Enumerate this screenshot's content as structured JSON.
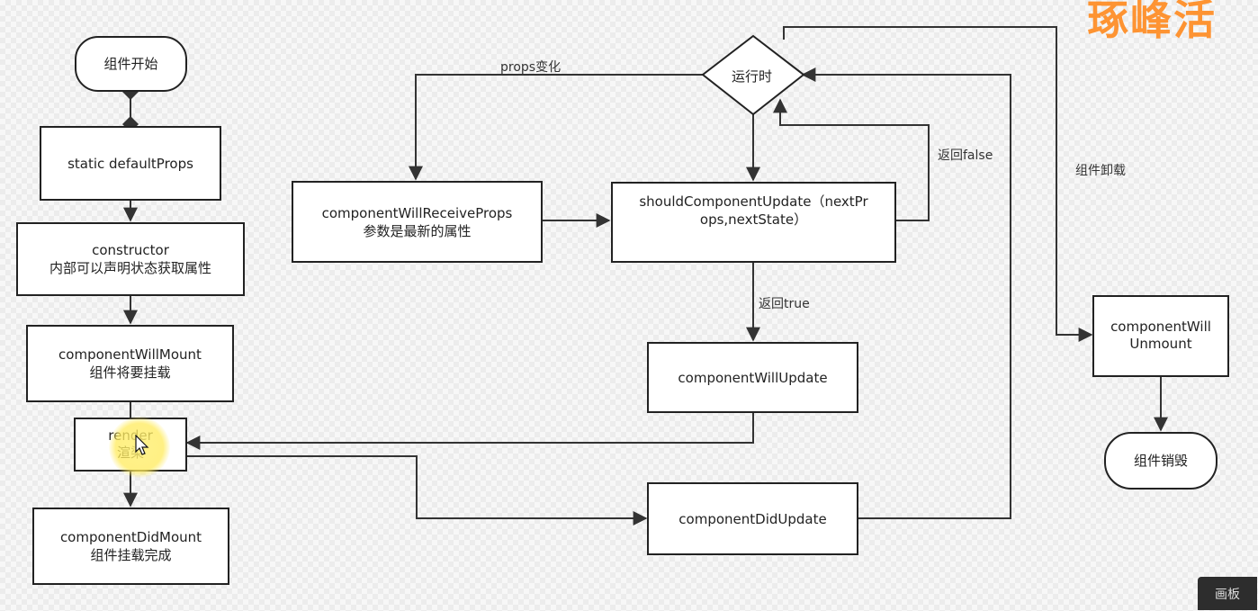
{
  "watermark": "琢峰活",
  "nodes": {
    "start": "组件开始",
    "default_props": "static defaultProps",
    "constructor": [
      "constructor",
      "内部可以声明状态获取属性"
    ],
    "will_mount": [
      "componentWillMount",
      "组件将要挂载"
    ],
    "render": [
      "render",
      "渲染"
    ],
    "did_mount": [
      "componentDidMount",
      "组件挂载完成"
    ],
    "runtime": "运行时",
    "will_receive_props": [
      "componentWillReceiveProps",
      "参数是最新的属性"
    ],
    "should_update": [
      "shouldComponentUpdate（nextPr",
      "ops,nextState）"
    ],
    "will_update": "componentWillUpdate",
    "did_update": "componentDidUpdate",
    "will_unmount": [
      "componentWill",
      "Unmount"
    ],
    "destroyed": "组件销毁"
  },
  "edge_labels": {
    "props_change": "props变化",
    "return_false": "返回false",
    "return_true": "返回true",
    "unmount": "组件卸载"
  },
  "toolbar": {
    "draw_button": "画板"
  },
  "colors": {
    "line": "#333333",
    "watermark": "#ff8a1e",
    "highlight": "#fff07a"
  }
}
